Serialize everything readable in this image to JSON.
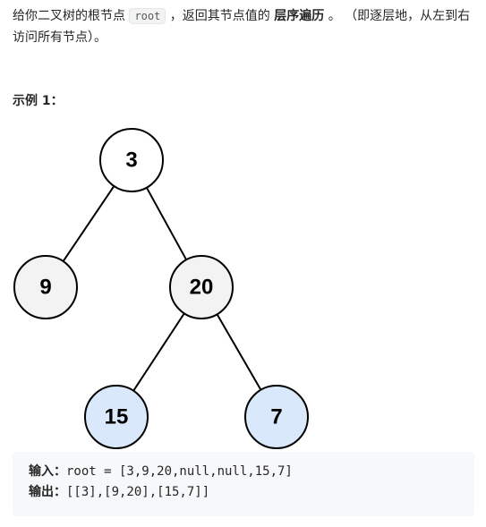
{
  "problem": {
    "part1": "给你二叉树的根节点 ",
    "code": "root",
    "part2": " ，返回其节点值的 ",
    "bold": "层序遍历",
    "part3": " 。 （即逐层地，从左到右访问所有节点）。"
  },
  "example": {
    "title": "示例 1：",
    "input_label": "输入：",
    "input_value": "root = [3,9,20,null,null,15,7]",
    "output_label": "输出：",
    "output_value": "[[3],[9,20],[15,7]]"
  },
  "tree": {
    "nodes": [
      {
        "label": "3",
        "fill": "#ffffff",
        "depth": 0
      },
      {
        "label": "9",
        "fill": "#f3f3f3",
        "depth": 1
      },
      {
        "label": "20",
        "fill": "#f3f3f3",
        "depth": 1
      },
      {
        "label": "15",
        "fill": "#dae8fc",
        "depth": 2
      },
      {
        "label": "7",
        "fill": "#dae8fc",
        "depth": 2
      }
    ],
    "edges": [
      [
        0,
        1
      ],
      [
        0,
        2
      ],
      [
        2,
        3
      ],
      [
        2,
        4
      ]
    ]
  }
}
